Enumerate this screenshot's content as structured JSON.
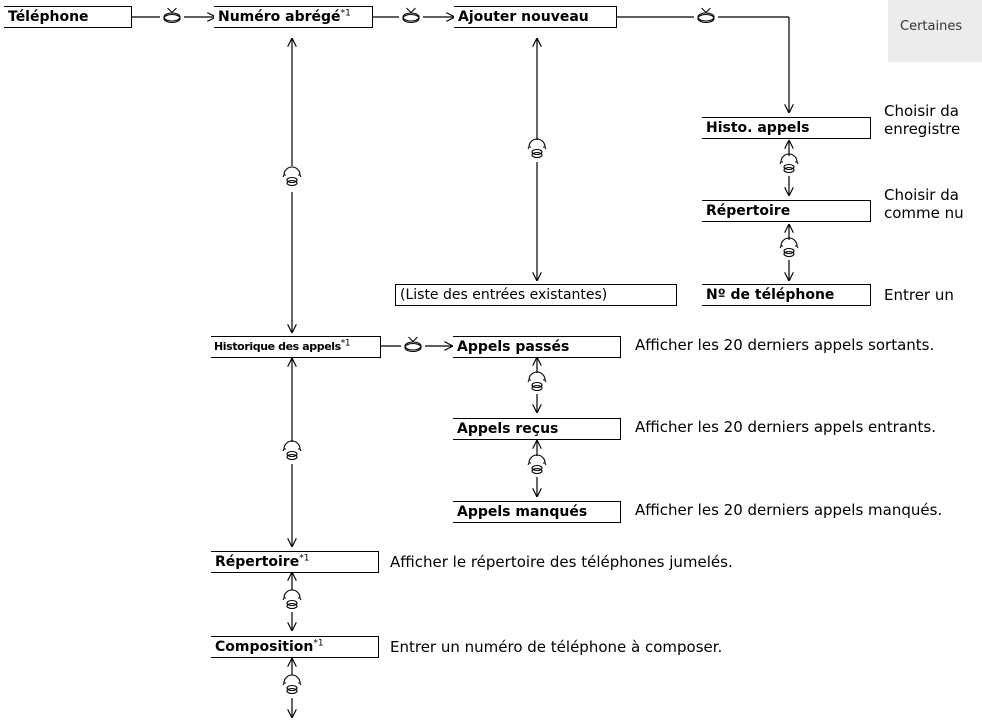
{
  "boxes": {
    "telephone": "Téléphone",
    "speed_dial": "Numéro abrégé",
    "speed_dial_note": "*1",
    "add_new": "Ajouter nouveau",
    "call_history_short": "Histo. appels",
    "phonebook_sub": "Répertoire",
    "phone_number": "Nº de téléphone",
    "existing_entries": "(Liste des entrées existantes)",
    "call_history": "Historique des appels",
    "call_history_note": "*1",
    "dialed_calls": "Appels passés",
    "received_calls": "Appels reçus",
    "missed_calls": "Appels manqués",
    "phonebook": "Répertoire",
    "phonebook_note": "*1",
    "dial": "Composition",
    "dial_note": "*1"
  },
  "descriptions": {
    "call_history_short_line1": "Choisir da",
    "call_history_short_line2": "enregistre",
    "phonebook_sub_line1": "Choisir da",
    "phonebook_sub_line2": "comme nu",
    "phone_number": "Entrer un",
    "dialed_calls": "Afficher les 20 derniers appels sortants.",
    "received_calls": "Afficher les 20 derniers appels entrants.",
    "missed_calls": "Afficher les 20 derniers appels manqués.",
    "phonebook": "Afficher le répertoire des téléphones jumelés.",
    "dial": "Entrer un numéro de téléphone à composer."
  },
  "side_note": "Certaines",
  "icons": {
    "press": "press-knob-icon",
    "rotate": "rotate-knob-icon"
  },
  "colors": {
    "line": "#000000",
    "note_background": "#ececec"
  }
}
